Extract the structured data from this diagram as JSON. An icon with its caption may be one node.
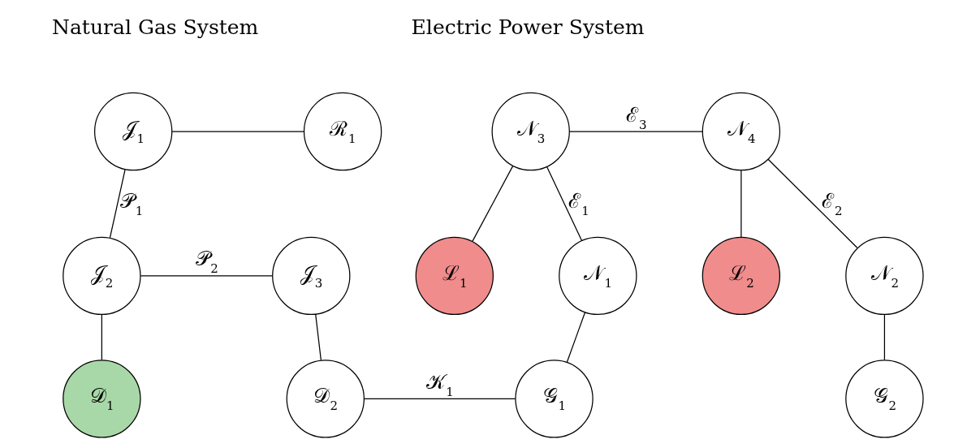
{
  "diagram": {
    "nodes": [
      {
        "text": [
          "𝒥$_{1}$"
        ]
      },
      {
        "text": [
          "ℛ$_{1}$"
        ]
      },
      {
        "text": [
          "𝒥$_{2}$"
        ]
      },
      {
        "text": [
          "𝒥$_{3}$"
        ]
      },
      {
        "text": [
          "𝒟$_{1}$"
        ]
      },
      {
        "text": [
          "𝒟$_{2}$"
        ]
      },
      {
        "text": [
          "𝒩$_{3}$"
        ]
      },
      {
        "text": [
          "𝒩$_{4}$"
        ]
      },
      {
        "text": [
          "ℒ$_{1}$"
        ]
      },
      {
        "text": [
          "ℒ$_{2}$"
        ]
      },
      {
        "text": [
          "𝒩$_{1}$"
        ]
      },
      {
        "text": [
          "𝒩$_{2}$"
        ]
      },
      {
        "text": [
          "𝒢$_{1}$"
        ]
      },
      {
        "text": [
          "𝒢$_{2}$"
        ]
      }
    ],
    "edges": [
      {
        "from": 0,
        "to": 1,
        "arrow": "none"
      },
      {
        "from": 0,
        "to": 2,
        "arrow": "none",
        "label": "𝒫$_{1}$"
      },
      {
        "from": 2,
        "to": 3,
        "arrow": "none",
        "label": "𝒫$_{2}$"
      },
      {
        "from": 2,
        "to": 4,
        "arrow": "none"
      },
      {
        "from": 3,
        "to": 5,
        "arrow": "none"
      },
      {
        "from": 5,
        "to": 12,
        "arrow": "none",
        "label": "𝒦$_{1}$"
      },
      {
        "from": 6,
        "to": 7,
        "arrow": "none",
        "label": "ℰ$_{3}$"
      },
      {
        "from": 6,
        "to": 8,
        "arrow": "none"
      },
      {
        "from": 6,
        "to": 10,
        "arrow": "none",
        "label": "ℰ$_{1}$"
      },
      {
        "from": 7,
        "to": 9,
        "arrow": "none"
      },
      {
        "from": 7,
        "to": 11,
        "arrow": "none",
        "label": "ℰ$_{2}$"
      },
      {
        "from": 10,
        "to": 12,
        "arrow": "none"
      },
      {
        "from": 11,
        "to": 13,
        "arrow": "none"
      }
    ],
    "labels": [
      "Natural Gas System",
      "Electric Power System"
    ]
  }
}
